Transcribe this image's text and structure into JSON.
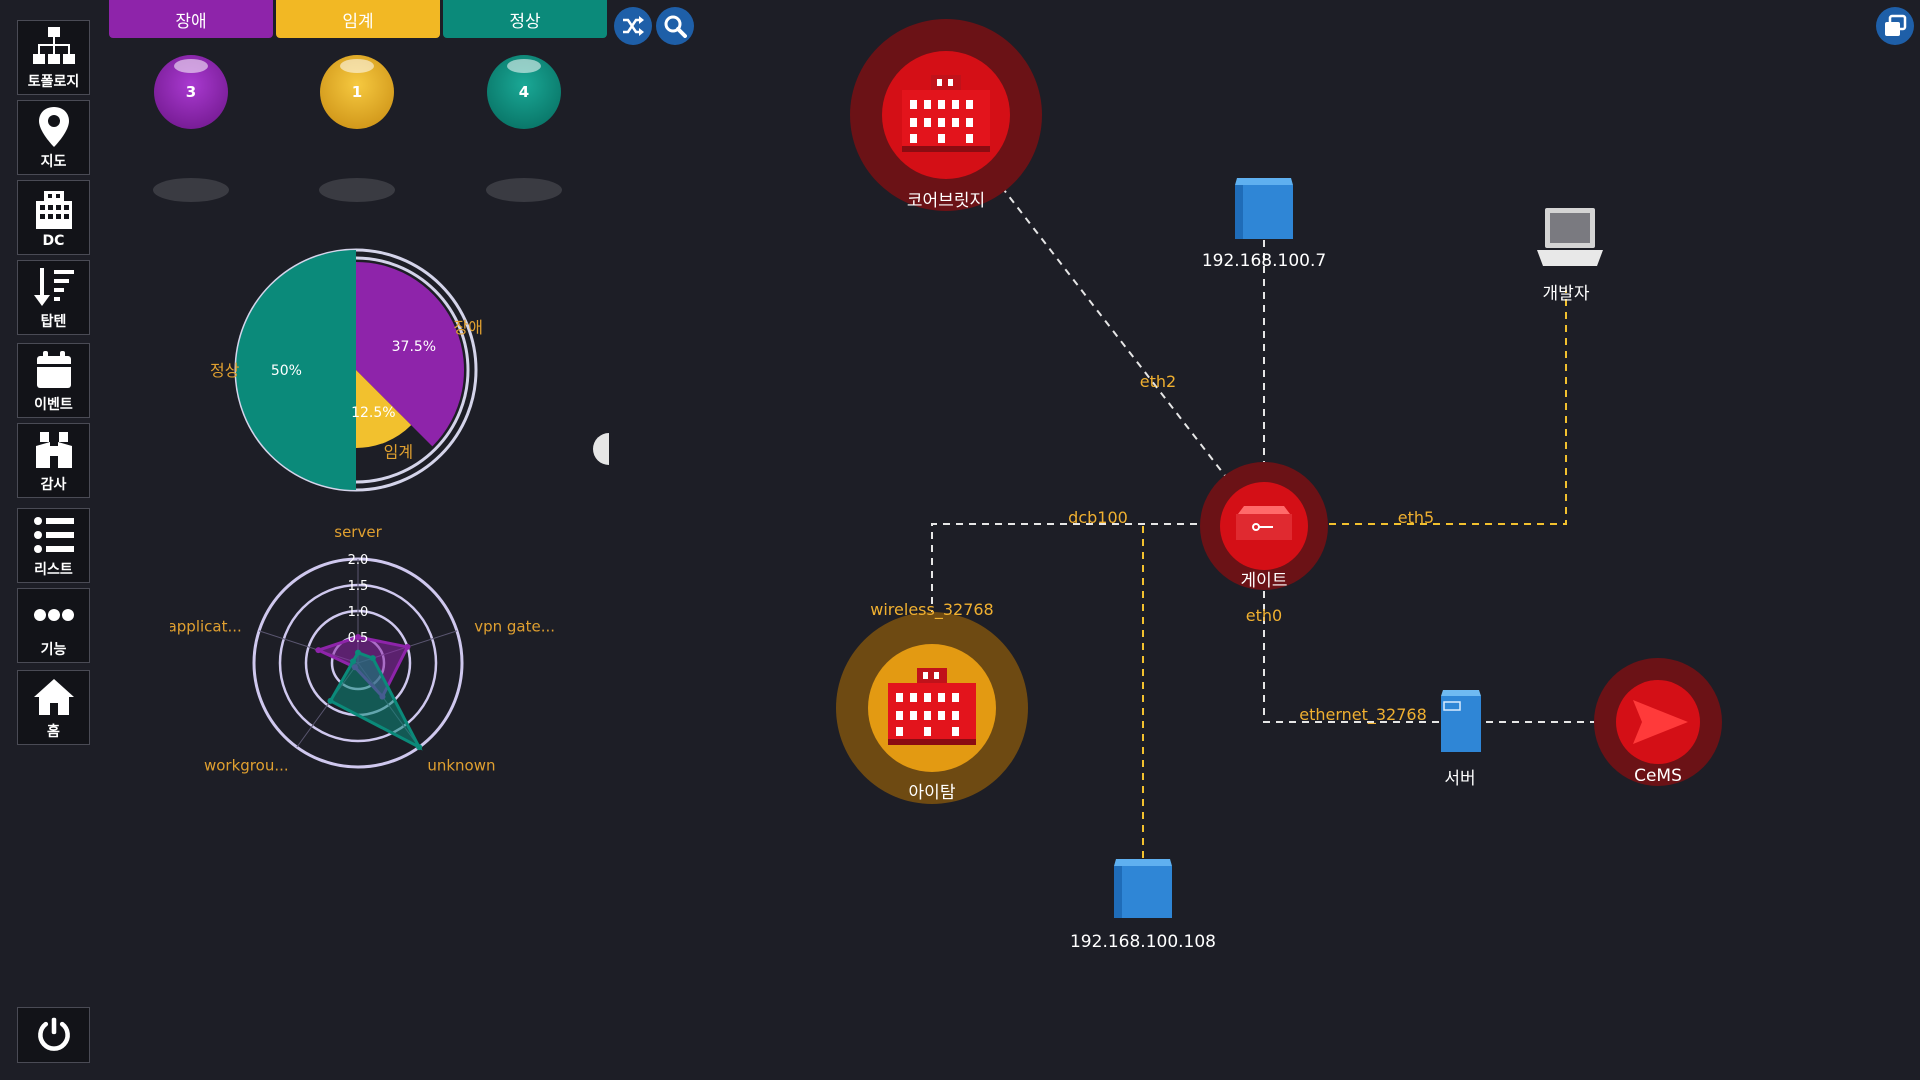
{
  "sidebar": {
    "items": [
      {
        "label": "토폴로지",
        "icon": "topology-icon"
      },
      {
        "label": "지도",
        "icon": "map-pin-icon"
      },
      {
        "label": "DC",
        "icon": "building-icon"
      },
      {
        "label": "탑텐",
        "icon": "sort-desc-icon"
      },
      {
        "label": "이벤트",
        "icon": "calendar-icon"
      },
      {
        "label": "감사",
        "icon": "binoculars-icon"
      },
      {
        "label": "리스트",
        "icon": "list-icon"
      },
      {
        "label": "기능",
        "icon": "more-icon"
      },
      {
        "label": "홈",
        "icon": "home-icon"
      }
    ],
    "power_icon": "power-icon"
  },
  "status_tabs": [
    {
      "label": "장애",
      "color": "#8e24aa",
      "count": "3"
    },
    {
      "label": "임계",
      "color": "#f2b824",
      "count": "1"
    },
    {
      "label": "정상",
      "color": "#0b8a7a",
      "count": "4"
    }
  ],
  "toolbar": {
    "shuffle_icon": "shuffle-icon",
    "search_icon": "search-icon",
    "window_icon": "restore-window-icon"
  },
  "chart_data": [
    {
      "type": "pie",
      "categories": [
        "장애",
        "임계",
        "정상"
      ],
      "values": [
        37.5,
        12.5,
        50
      ],
      "value_labels": [
        "37.5%",
        "12.5%",
        "50%"
      ],
      "colors": [
        "#8e24aa",
        "#f2c12e",
        "#0b8a7a"
      ]
    },
    {
      "type": "radar",
      "axes": [
        "server",
        "vpn gate...",
        "unknown",
        "workgrou...",
        "applicat..."
      ],
      "ticks": [
        "0.5",
        "1.0",
        "1.5",
        "2.0"
      ],
      "rlim": [
        0,
        2
      ],
      "series": [
        {
          "color": "#8e24aa",
          "values": [
            0.5,
            1.0,
            0.8,
            0.1,
            0.8
          ]
        },
        {
          "color": "#0b8a7a",
          "values": [
            0.2,
            0.3,
            2.0,
            0.9,
            0.1
          ]
        }
      ]
    }
  ],
  "topology": {
    "nodes": {
      "core": "코어브릿지",
      "ip7": "192.168.100.7",
      "dev": "개발자",
      "gate": "게이트",
      "itam": "아이탐",
      "ip108": "192.168.100.108",
      "server": "서버",
      "cems": "CeMS"
    },
    "links": {
      "eth2": "eth2",
      "dcb100": "dcb100",
      "eth5": "eth5",
      "eth0": "eth0",
      "wireless": "wireless_32768",
      "ethernet": "ethernet_32768"
    }
  }
}
